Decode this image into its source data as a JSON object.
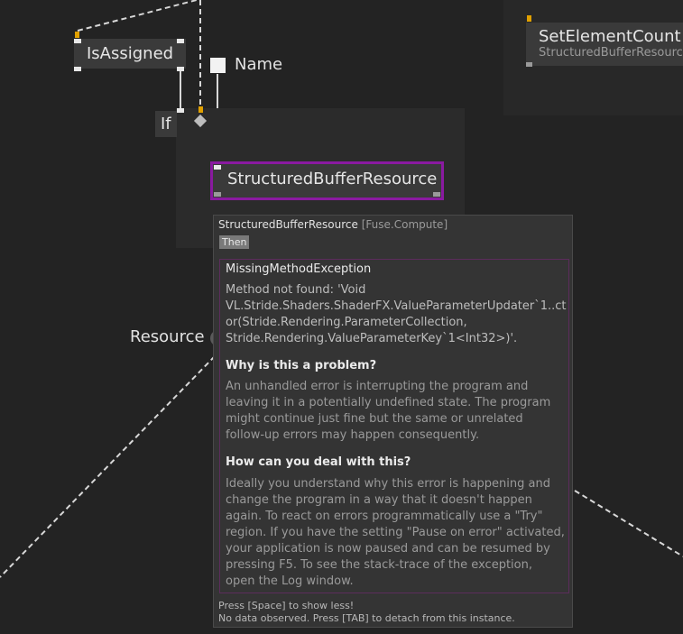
{
  "nodes": {
    "is_assigned": "IsAssigned",
    "name_pad": "Name",
    "if_region": "If",
    "structured_buffer": "StructuredBufferResource",
    "resource_pad": "Resource",
    "set_element_count": "SetElementCount",
    "set_element_count_sub": "StructuredBufferResource"
  },
  "tooltip": {
    "title": "StructuredBufferResource",
    "namespace": "[Fuse.Compute]",
    "tag": "Then",
    "exception_name": "MissingMethodException",
    "exception_message": "Method not found: 'Void\nVL.Stride.Shaders.ShaderFX.ValueParameterUpdater`1..ct\nor(Stride.Rendering.ParameterCollection,\nStride.Rendering.ValueParameterKey`1<Int32>)'.",
    "why_heading": "Why is this a problem?",
    "why_text": "An unhandled error is interrupting the program and\nleaving it in a potentially undefined state. The program\nmight continue just fine but the same or unrelated\nfollow-up errors may happen consequently.",
    "how_heading": "How can you deal with this?",
    "how_text": "Ideally you understand why this error is happening and\nchange the program in a way that it doesn't happen\nagain. To react on errors programmatically use a \"Try\"\nregion. If you have the setting \"Pause on error\" activated,\nyour application is now paused and can be resumed by\npressing F5. To see the stack-trace of the exception,\nopen the Log window.",
    "footer_space": "Press [Space] to show less!",
    "footer_tab": "No data observed. Press [TAB] to detach from this instance."
  },
  "colors": {
    "background": "#232323",
    "node": "#3a3a3a",
    "selection": "#8a1aa0",
    "pin_orange": "#e0a000"
  }
}
